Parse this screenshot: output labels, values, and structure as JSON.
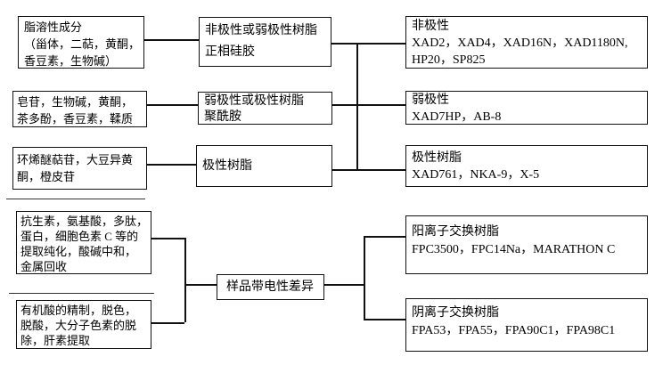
{
  "colors": {
    "background": "#ffffff",
    "box_border": "#111111",
    "text": "#000000",
    "connector": "#111111"
  },
  "nodes": {
    "lipid_soluble_components": {
      "text": "脂溶性成分\n（甾体，二萜，黄酮，\n香豆素，生物碱）"
    },
    "saponins_alkaloids": {
      "text": "皂苷，生物碱，黄酮，\n茶多酚，香豆素，鞣质"
    },
    "iridoid_glycosides": {
      "text": "环烯醚萜苷，大豆异黄\n酮，橙皮苷"
    },
    "antibiotics_amino_acids": {
      "text": "抗生素，氨基酸，多肽，\n蛋白，细胞色素 C 等的\n提取纯化，酸碱中和，\n金属回收"
    },
    "organic_acid_refining": {
      "text": "有机酸的精制，脱色，\n脱酸，大分子色素的脱\n除，肝素提取"
    },
    "nonpolar_or_weakpolar_resin": {
      "text": "非极性或弱极性树脂\n正相硅胶"
    },
    "weakpolar_or_polar_resin": {
      "text": "弱极性或极性树脂\n聚酰胺"
    },
    "polar_resin": {
      "text": "极性树脂"
    },
    "sample_charge_difference": {
      "text": "样品带电性差异"
    },
    "nonpolar_resin_list": {
      "text": "非极性\nXAD2，XAD4，XAD16N，XAD1180N,\nHP20，SP825"
    },
    "weakpolar_resin_list": {
      "text": "弱极性\nXAD7HP，AB-8"
    },
    "polar_resin_list": {
      "text": "极性树脂\nXAD761，NKA-9，X-5"
    },
    "cation_exchange_resins": {
      "text": "阳离子交换树脂\nFPC3500，FPC14Na，MARATHON C"
    },
    "anion_exchange_resins": {
      "text": "阴离子交换树脂\nFPA53，FPA55，FPA90C1，FPA98C1"
    }
  }
}
